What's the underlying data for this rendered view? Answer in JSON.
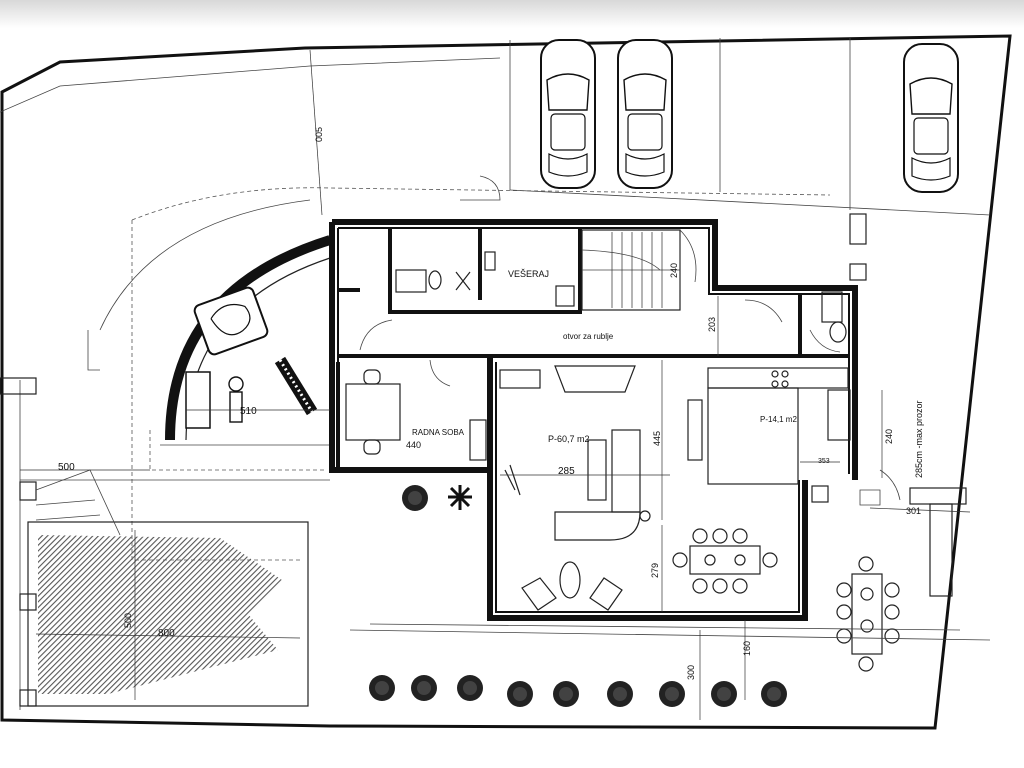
{
  "plan": {
    "rooms": {
      "laundry": "VEŠERAJ",
      "laundry_opening": "otvor za rublje",
      "office": "RADNA SOBA",
      "living_area": "P-60,7 m2",
      "kitchen_area": "P-14,1 m2"
    },
    "dimensions": {
      "d500_top": "005",
      "d510": "510",
      "d500_left": "500",
      "d500_pool": "500",
      "d800": "800",
      "d440": "440",
      "d285": "285",
      "d445": "445",
      "d279": "279",
      "d240_stair": "240",
      "d203": "203",
      "d240_right": "240",
      "d353": "353",
      "d301": "301",
      "d160": "160",
      "d300": "300",
      "window_note": "285cm -max prozor"
    },
    "colors": {
      "walls": "#111111",
      "pool_hatch": "#555555",
      "shrubs": "#222222"
    }
  }
}
